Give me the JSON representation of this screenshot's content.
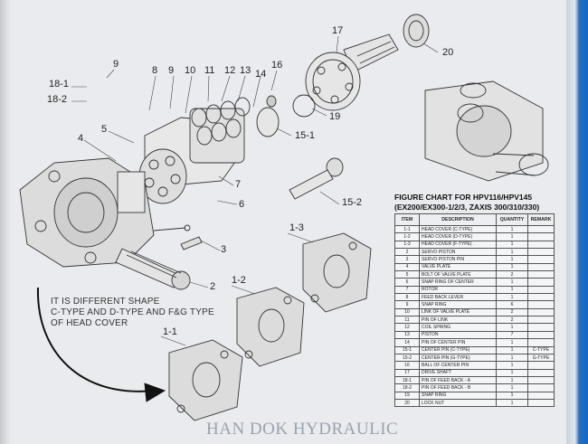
{
  "callouts": [
    "9",
    "8",
    "9",
    "10",
    "11",
    "12",
    "13",
    "14",
    "16",
    "17",
    "20",
    "18-1",
    "18-2",
    "5",
    "4",
    "15-1",
    "19",
    "7",
    "6",
    "15-2",
    "3",
    "2",
    "1-3",
    "1-2",
    "1-1"
  ],
  "note": {
    "line1": "IT IS DIFFERENT SHAPE",
    "line2": "C-TYPE AND D-TYPE AND F&G TYPE",
    "line3": "OF HEAD COVER"
  },
  "chart": {
    "title_line1": "FIGURE CHART FOR HPV116/HPV145",
    "title_line2": "(EX200/EX300-1/2/3, ZAXIS 300/310/330)",
    "headers": {
      "item": "ITEM",
      "description": "DESCRIPTION",
      "quantity": "QUANTITY",
      "remark": "REMARK"
    },
    "rows": [
      {
        "item": "1-1",
        "description": "HEAD COVER (C-TYPE)",
        "quantity": "1",
        "remark": ""
      },
      {
        "item": "1-2",
        "description": "HEAD COVER (D-TYPE)",
        "quantity": "1",
        "remark": ""
      },
      {
        "item": "1-3",
        "description": "HEAD COVER (F-TYPE)",
        "quantity": "1",
        "remark": ""
      },
      {
        "item": "2",
        "description": "SERVO PISTON",
        "quantity": "1",
        "remark": ""
      },
      {
        "item": "3",
        "description": "SERVO PISTON PIN",
        "quantity": "1",
        "remark": ""
      },
      {
        "item": "4",
        "description": "VALVE PLATE",
        "quantity": "1",
        "remark": ""
      },
      {
        "item": "5",
        "description": "BOLT OF VALVE PLATE",
        "quantity": "2",
        "remark": ""
      },
      {
        "item": "6",
        "description": "SNAP RING OF CENTER",
        "quantity": "1",
        "remark": ""
      },
      {
        "item": "7",
        "description": "ROTOR",
        "quantity": "1",
        "remark": ""
      },
      {
        "item": "8",
        "description": "FEED BACK LEVER",
        "quantity": "1",
        "remark": ""
      },
      {
        "item": "9",
        "description": "SNAP RING",
        "quantity": "6",
        "remark": ""
      },
      {
        "item": "10",
        "description": "LINK OF VALVE PLATE",
        "quantity": "2",
        "remark": ""
      },
      {
        "item": "11",
        "description": "PIN OF LINK",
        "quantity": "2",
        "remark": ""
      },
      {
        "item": "12",
        "description": "COIL SPRING",
        "quantity": "1",
        "remark": ""
      },
      {
        "item": "13",
        "description": "PISTON",
        "quantity": "7",
        "remark": ""
      },
      {
        "item": "14",
        "description": "PIN OF CENTER PIN",
        "quantity": "1",
        "remark": ""
      },
      {
        "item": "15-1",
        "description": "CENTER PIN (C-TYPE)",
        "quantity": "1",
        "remark": "C-TYPE"
      },
      {
        "item": "15-2",
        "description": "CENTER PIN (G-TYPE)",
        "quantity": "1",
        "remark": "G-TYPE"
      },
      {
        "item": "16",
        "description": "BALL OF CENTER PIN",
        "quantity": "1",
        "remark": ""
      },
      {
        "item": "17",
        "description": "DRIVE SHAFT",
        "quantity": "1",
        "remark": ""
      },
      {
        "item": "18-1",
        "description": "PIN OF FEED BACK - A",
        "quantity": "1",
        "remark": ""
      },
      {
        "item": "18-2",
        "description": "PIN OF FEED BACK - B",
        "quantity": "1",
        "remark": ""
      },
      {
        "item": "19",
        "description": "SNAP RING",
        "quantity": "1",
        "remark": ""
      },
      {
        "item": "20",
        "description": "LOCK NUT",
        "quantity": "1",
        "remark": ""
      }
    ]
  },
  "watermark": "HAN DOK HYDRAULIC"
}
